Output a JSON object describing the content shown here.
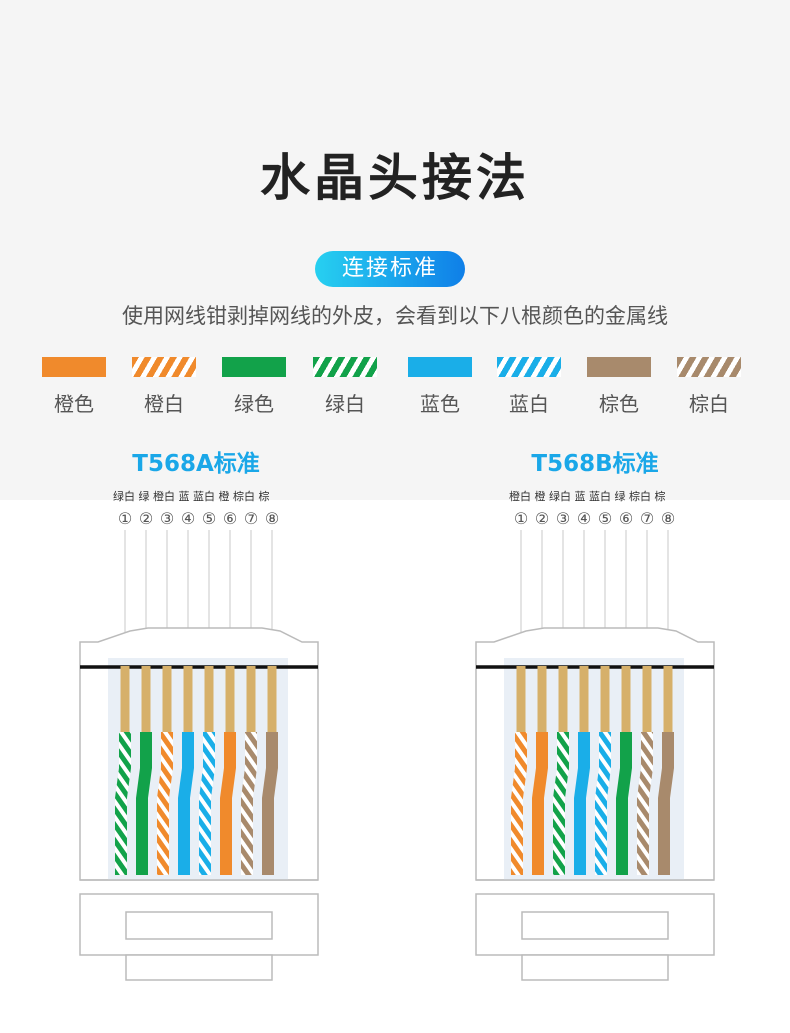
{
  "title": "水晶头接法",
  "badge": "连接标准",
  "description": "使用网线钳剥掉网线的外皮，会看到以下八根颜色的金属线",
  "colors": {
    "orange": "#f08a2c",
    "green": "#12a24a",
    "blue": "#1aaee8",
    "brown": "#a88a6c",
    "copper": "#d6b06a",
    "accent": "#1aa7e8"
  },
  "legend": [
    {
      "label": "橙色",
      "color": "orange",
      "striped": false
    },
    {
      "label": "橙白",
      "color": "orange",
      "striped": true
    },
    {
      "label": "绿色",
      "color": "green",
      "striped": false
    },
    {
      "label": "绿白",
      "color": "green",
      "striped": true
    },
    {
      "label": "蓝色",
      "color": "blue",
      "striped": false
    },
    {
      "label": "蓝白",
      "color": "blue",
      "striped": true
    },
    {
      "label": "棕色",
      "color": "brown",
      "striped": false
    },
    {
      "label": "棕白",
      "color": "brown",
      "striped": true
    }
  ],
  "standards": [
    {
      "title": "T568A标准",
      "order_label": "绿白 绿 橙白 蓝 蓝白 橙 棕白 棕",
      "pins": [
        "①",
        "②",
        "③",
        "④",
        "⑤",
        "⑥",
        "⑦",
        "⑧"
      ],
      "wires": [
        {
          "color": "green",
          "striped": true
        },
        {
          "color": "green",
          "striped": false
        },
        {
          "color": "orange",
          "striped": true
        },
        {
          "color": "blue",
          "striped": false
        },
        {
          "color": "blue",
          "striped": true
        },
        {
          "color": "orange",
          "striped": false
        },
        {
          "color": "brown",
          "striped": true
        },
        {
          "color": "brown",
          "striped": false
        }
      ]
    },
    {
      "title": "T568B标准",
      "order_label": "橙白 橙 绿白 蓝 蓝白 绿 棕白 棕",
      "pins": [
        "①",
        "②",
        "③",
        "④",
        "⑤",
        "⑥",
        "⑦",
        "⑧"
      ],
      "wires": [
        {
          "color": "orange",
          "striped": true
        },
        {
          "color": "orange",
          "striped": false
        },
        {
          "color": "green",
          "striped": true
        },
        {
          "color": "blue",
          "striped": false
        },
        {
          "color": "blue",
          "striped": true
        },
        {
          "color": "green",
          "striped": false
        },
        {
          "color": "brown",
          "striped": true
        },
        {
          "color": "brown",
          "striped": false
        }
      ]
    }
  ]
}
